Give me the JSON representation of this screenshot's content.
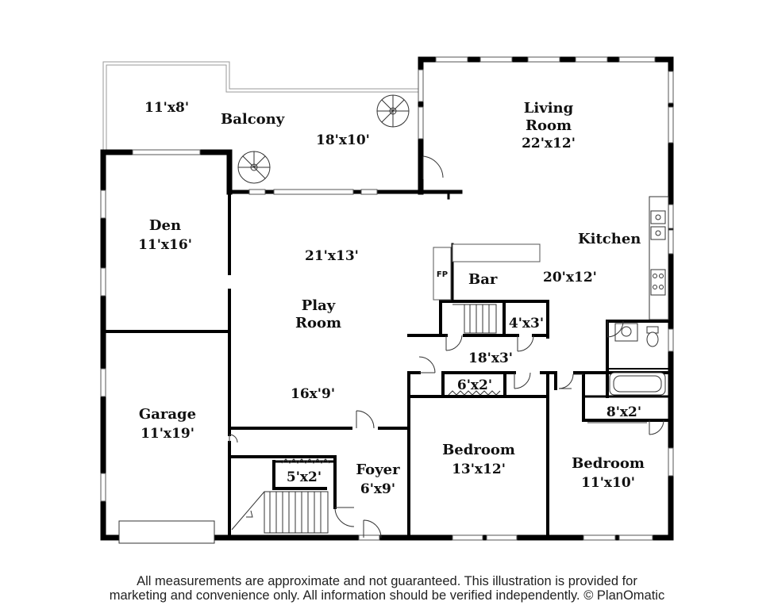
{
  "rooms": {
    "balcony": {
      "name": "Balcony",
      "dim_left": "11'x8'",
      "dim_right": "18'x10'"
    },
    "living": {
      "name_line1": "Living",
      "name_line2": "Room",
      "dim": "22'x12'"
    },
    "kitchen": {
      "name": "Kitchen",
      "dim": "20'x12'"
    },
    "den": {
      "name": "Den",
      "dim": "11'x16'"
    },
    "play": {
      "name_line1": "Play",
      "name_line2": "Room",
      "dim_upper": "21'x13'",
      "dim_lower": "16x'9'"
    },
    "bar": {
      "name": "Bar",
      "fireplace": "FP"
    },
    "closet_4x3": {
      "dim": "4'x3'"
    },
    "hall": {
      "dim": "18'x3'"
    },
    "closet_6x2": {
      "dim": "6'x2'"
    },
    "closet_8x2": {
      "dim": "8'x2'"
    },
    "closet_5x2": {
      "dim": "5'x2'"
    },
    "garage": {
      "name": "Garage",
      "dim": "11'x19'"
    },
    "foyer": {
      "name": "Foyer",
      "dim": "6'x9'"
    },
    "bedroom_center": {
      "name": "Bedroom",
      "dim": "13'x12'"
    },
    "bedroom_right": {
      "name": "Bedroom",
      "dim": "11'x10'"
    }
  },
  "disclaimer": {
    "line1": "All measurements are approximate and not guaranteed. This illustration is provided for",
    "line2": "marketing and convenience only. All information should be verified independently. © PlanOmatic"
  }
}
